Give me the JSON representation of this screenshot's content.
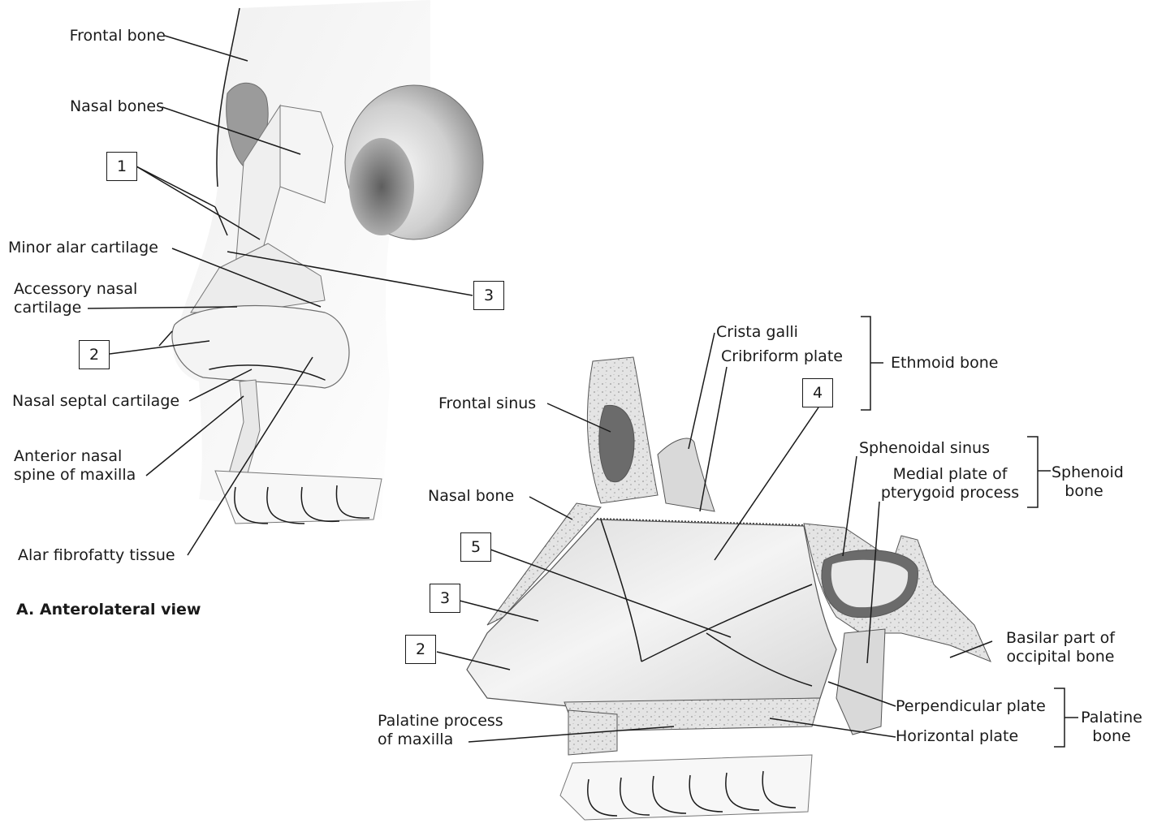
{
  "caption_a": "A. Anterolateral view",
  "labels": {
    "frontal_bone": "Frontal bone",
    "nasal_bones": "Nasal bones",
    "minor_alar_cartilage": "Minor alar cartilage",
    "accessory_nasal_cartilage": "Accessory nasal\ncartilage",
    "nasal_septal_cartilage": "Nasal septal cartilage",
    "anterior_nasal_spine": "Anterior nasal\nspine of maxilla",
    "alar_fibrofatty_tissue": "Alar fibrofatty tissue",
    "crista_galli": "Crista galli",
    "cribriform_plate": "Cribriform plate",
    "ethmoid_bone": "Ethmoid bone",
    "frontal_sinus": "Frontal sinus",
    "sphenoidal_sinus": "Sphenoidal sinus",
    "medial_plate": "Medial plate of\npterygoid process",
    "sphenoid_bone": "Sphenoid\nbone",
    "nasal_bone": "Nasal bone",
    "basilar_part": "Basilar part of\noccipital bone",
    "perpendicular_plate": "Perpendicular plate",
    "horizontal_plate": "Horizontal plate",
    "palatine_bone": "Palatine\nbone",
    "palatine_process": "Palatine process\nof maxilla"
  },
  "boxes": {
    "a1": "1",
    "a2": "2",
    "a3": "3",
    "b2": "2",
    "b3": "3",
    "b4": "4",
    "b5": "5"
  }
}
